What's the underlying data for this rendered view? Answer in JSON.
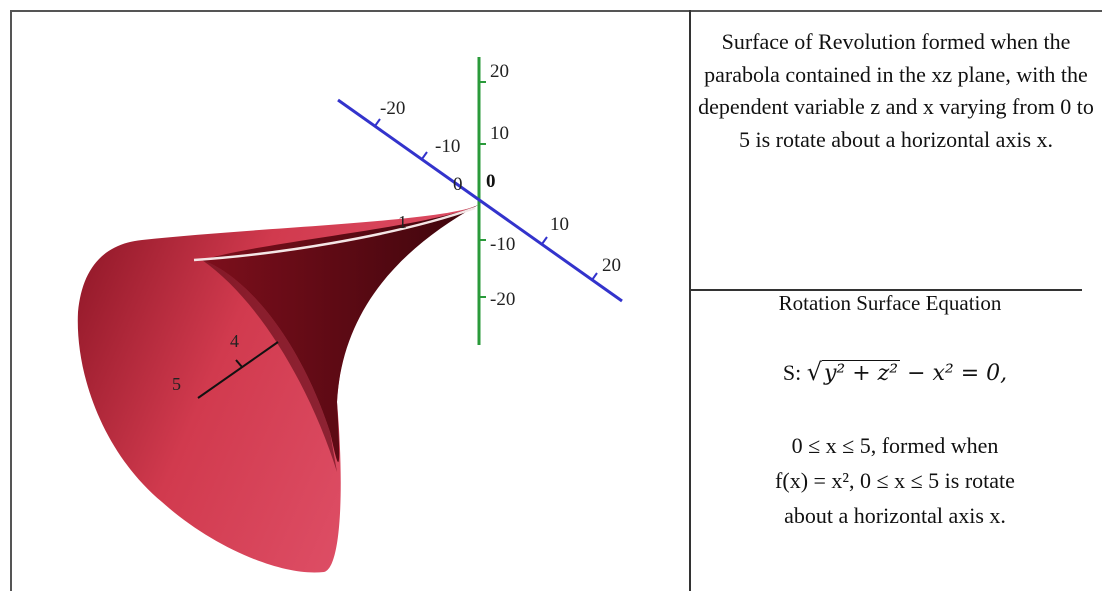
{
  "description": "Surface of Revolution formed when the parabola contained in the xz plane, with the dependent variable z and x varying  from 0 to 5 is rotate about a horizontal axis x.",
  "equation_heading": "Rotation Surface Equation",
  "equation": {
    "prefix": "S: ",
    "radicand": "y² + z²",
    "rest": " − x² = 0,"
  },
  "condition": {
    "range": "0 ≤ x ≤ 5, formed when",
    "function": "f(x) = x², 0 ≤ x ≤ 5 is rotate",
    "axis_note": "about a horizontal axis x."
  },
  "plot": {
    "surface_color": "#c0263a",
    "surface_shadow": "#4a0a12",
    "blue_axis_color": "#3333cc",
    "green_axis_color": "#2a9a3a",
    "blue_axis_labels": [
      "-20",
      "-10",
      "0",
      "10",
      "20"
    ],
    "green_axis_labels": [
      "20",
      "10",
      "0",
      "-10",
      "-20"
    ],
    "black_axis_labels": [
      "1",
      "4",
      "5"
    ]
  }
}
